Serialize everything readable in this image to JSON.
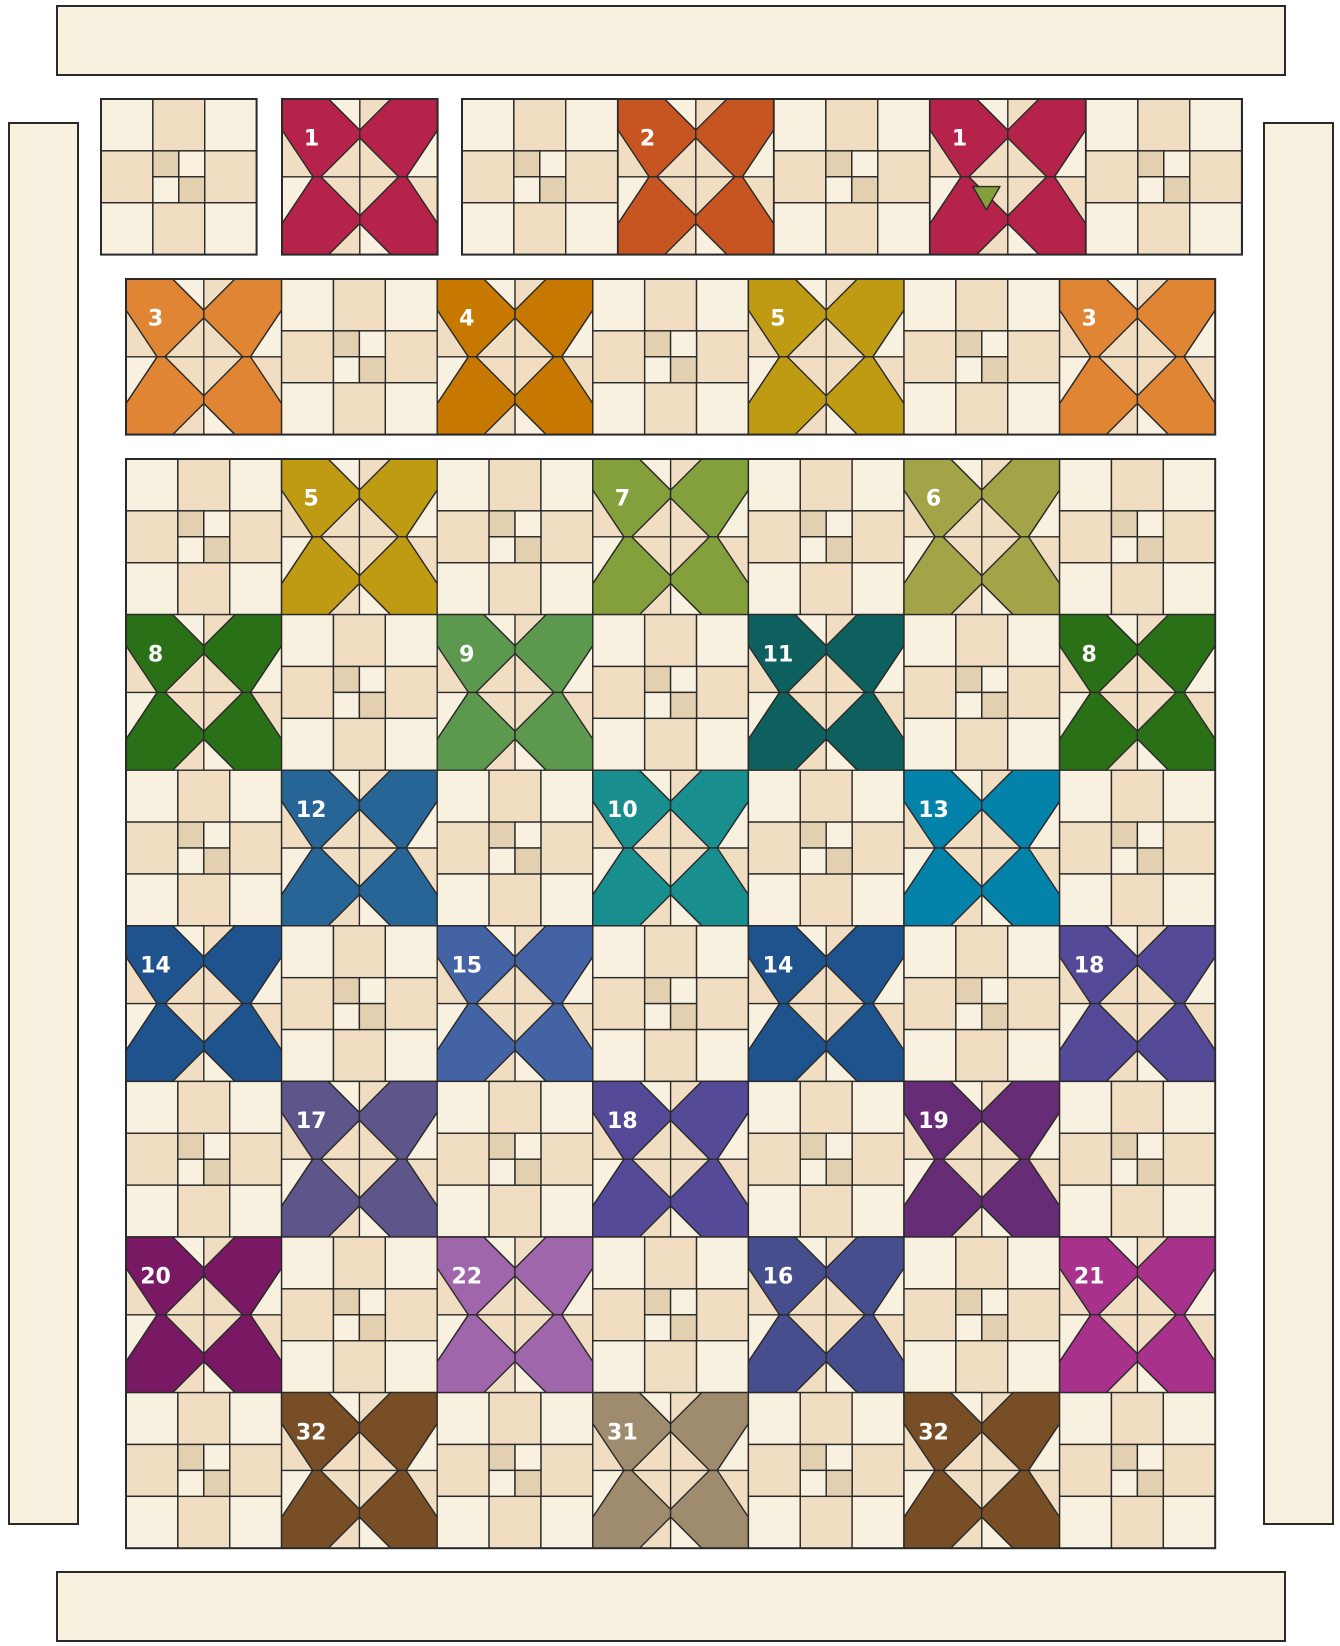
{
  "palette": {
    "cream": "#f9f1e0",
    "tan": "#f1dec2",
    "dark_tan": "#e3d0b0",
    "outline": "#2a2a2a",
    "border_fill": "#f9f1e0"
  },
  "colors": {
    "1": "#b5234a",
    "2": "#c75522",
    "3": "#df8533",
    "4": "#c67800",
    "5": "#bf9a13",
    "6": "#a3a447",
    "7": "#84a03c",
    "8": "#2a7016",
    "9": "#5c994e",
    "10": "#188e8e",
    "11": "#0e605e",
    "12": "#266595",
    "13": "#0382aa",
    "14": "#1e538e",
    "15": "#4463a5",
    "16": "#474e8d",
    "17": "#5e568a",
    "18": "#544a97",
    "19": "#672c76",
    "20": "#791863",
    "21": "#a8328b",
    "22": "#a066ab",
    "31": "#9f8b6e",
    "32": "#774e25"
  },
  "top_row": [
    "nine",
    "1",
    "nine",
    "2",
    "nine",
    "1",
    "nine"
  ],
  "second_row": [
    "3",
    "nine",
    "4",
    "nine",
    "5",
    "nine",
    "3"
  ],
  "main_grid": [
    [
      "nine",
      "5",
      "nine",
      "7",
      "nine",
      "6",
      "nine"
    ],
    [
      "8",
      "nine",
      "9",
      "nine",
      "11",
      "nine",
      "8"
    ],
    [
      "nine",
      "12",
      "nine",
      "10",
      "nine",
      "13",
      "nine"
    ],
    [
      "14",
      "nine",
      "15",
      "nine",
      "14",
      "nine",
      "18"
    ],
    [
      "nine",
      "17",
      "nine",
      "18",
      "nine",
      "19",
      "nine"
    ],
    [
      "20",
      "nine",
      "22",
      "nine",
      "16",
      "nine",
      "21"
    ],
    [
      "nine",
      "32",
      "nine",
      "31",
      "nine",
      "32",
      "nine"
    ]
  ],
  "accent_patch": {
    "block_number": "1",
    "color": "#84a03c"
  }
}
